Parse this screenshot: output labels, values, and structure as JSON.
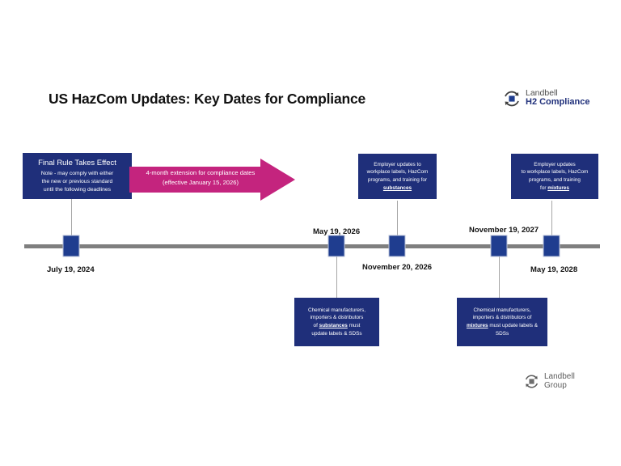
{
  "page": {
    "title": "US HazCom Updates: Key Dates for Compliance",
    "accent_pink": "#C4247E",
    "accent_navy": "#1F2F7A",
    "marker_blue": "#1F3D8F",
    "axis_gray": "#7F7F7F"
  },
  "logos": {
    "top": {
      "icon": "circular-arrows-icon",
      "line1": "Landbell",
      "line2": "H2 Compliance"
    },
    "bottom": {
      "icon": "circular-arrows-icon",
      "line1": "Landbell",
      "line2": "Group"
    }
  },
  "banner": {
    "line1": "4-month extension for compliance dates",
    "line2": "(effective January 15, 2026)"
  },
  "timeline": {
    "dates": [
      {
        "label": "July 19, 2024",
        "position": "below"
      },
      {
        "label": "May 19, 2026",
        "position": "above"
      },
      {
        "label": "November 20, 2026",
        "position": "below"
      },
      {
        "label": "November 19, 2027",
        "position": "above"
      },
      {
        "label": "May 19, 2028",
        "position": "below"
      }
    ]
  },
  "boxes": {
    "final_rule": {
      "head": "Final Rule Takes Effect",
      "l1": "Note - may comply with either",
      "l2": "the new or previous standard",
      "l3": "until the following deadlines"
    },
    "employer_substances": {
      "l1": "Employer updates to",
      "l2": "workplace labels, HazCom",
      "l3": "programs, and training for",
      "emphasis": "substances"
    },
    "employer_mixtures": {
      "l1": "Employer updates",
      "l2": "to workplace labels, HazCom",
      "l3": "programs, and training",
      "l4_prefix": "for ",
      "emphasis": "mixtures"
    },
    "manufacturers_substances": {
      "l1": "Chemical manufacturers,",
      "l2": "importers & distributors",
      "l3_prefix": "of ",
      "emphasis": "substances",
      "l3_suffix": " must",
      "l4": "update labels & SDSs"
    },
    "manufacturers_mixtures": {
      "l1": "Chemical manufacturers,",
      "l2": "importers & distributors of",
      "emphasis": "mixtures",
      "l3_suffix": " must update labels &",
      "l4": "SDSs"
    }
  }
}
